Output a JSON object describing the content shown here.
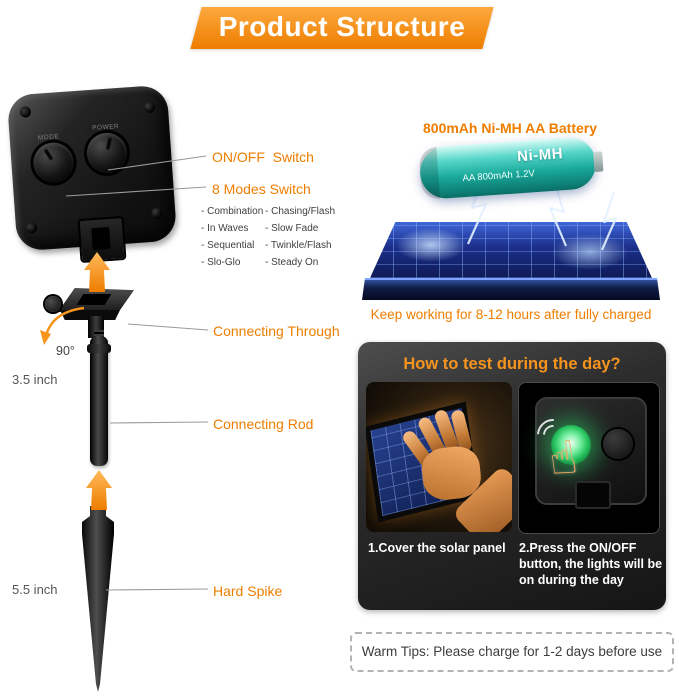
{
  "banner": {
    "title": "Product Structure"
  },
  "device": {
    "knob_left_label": "MODE",
    "knob_right_label": "POWER"
  },
  "annotations": {
    "onoff_switch": "ON/OFF  Switch",
    "modes_switch": "8 Modes Switch",
    "connecting_through": "Connecting Through",
    "connecting_rod": "Connecting Rod",
    "hard_spike": "Hard Spike",
    "angle": "90°",
    "rod_length": "3.5 inch",
    "spike_length": "5.5 inch",
    "modes_col1": [
      "- Combination",
      "- In Waves",
      "- Sequential",
      "- Slo-Glo"
    ],
    "modes_col2": [
      "- Chasing/Flash",
      "- Slow Fade",
      "- Twinkle/Flash",
      "- Steady On"
    ]
  },
  "battery": {
    "title": "800mAh Ni-MH AA Battery",
    "type_label": "Ni-MH",
    "spec_label": "AA 800mAh 1.2V",
    "caption": "Keep working for 8-12 hours after fully charged"
  },
  "test_section": {
    "heading": "How to test during the day?",
    "step1": "1.Cover the solar panel",
    "step2": "2.Press the ON/OFF button, the lights will be on during the day"
  },
  "warm_tips": "Warm Tips: Please charge for 1-2 days before use",
  "icons": {
    "pointer_hand": "☝"
  },
  "colors": {
    "accent_orange": "#F7941E",
    "label_orange": "#EE7D00",
    "battery_teal": "#2BB8AA",
    "panel_blue": "#1B2F8A",
    "button_green": "#27C45E"
  }
}
